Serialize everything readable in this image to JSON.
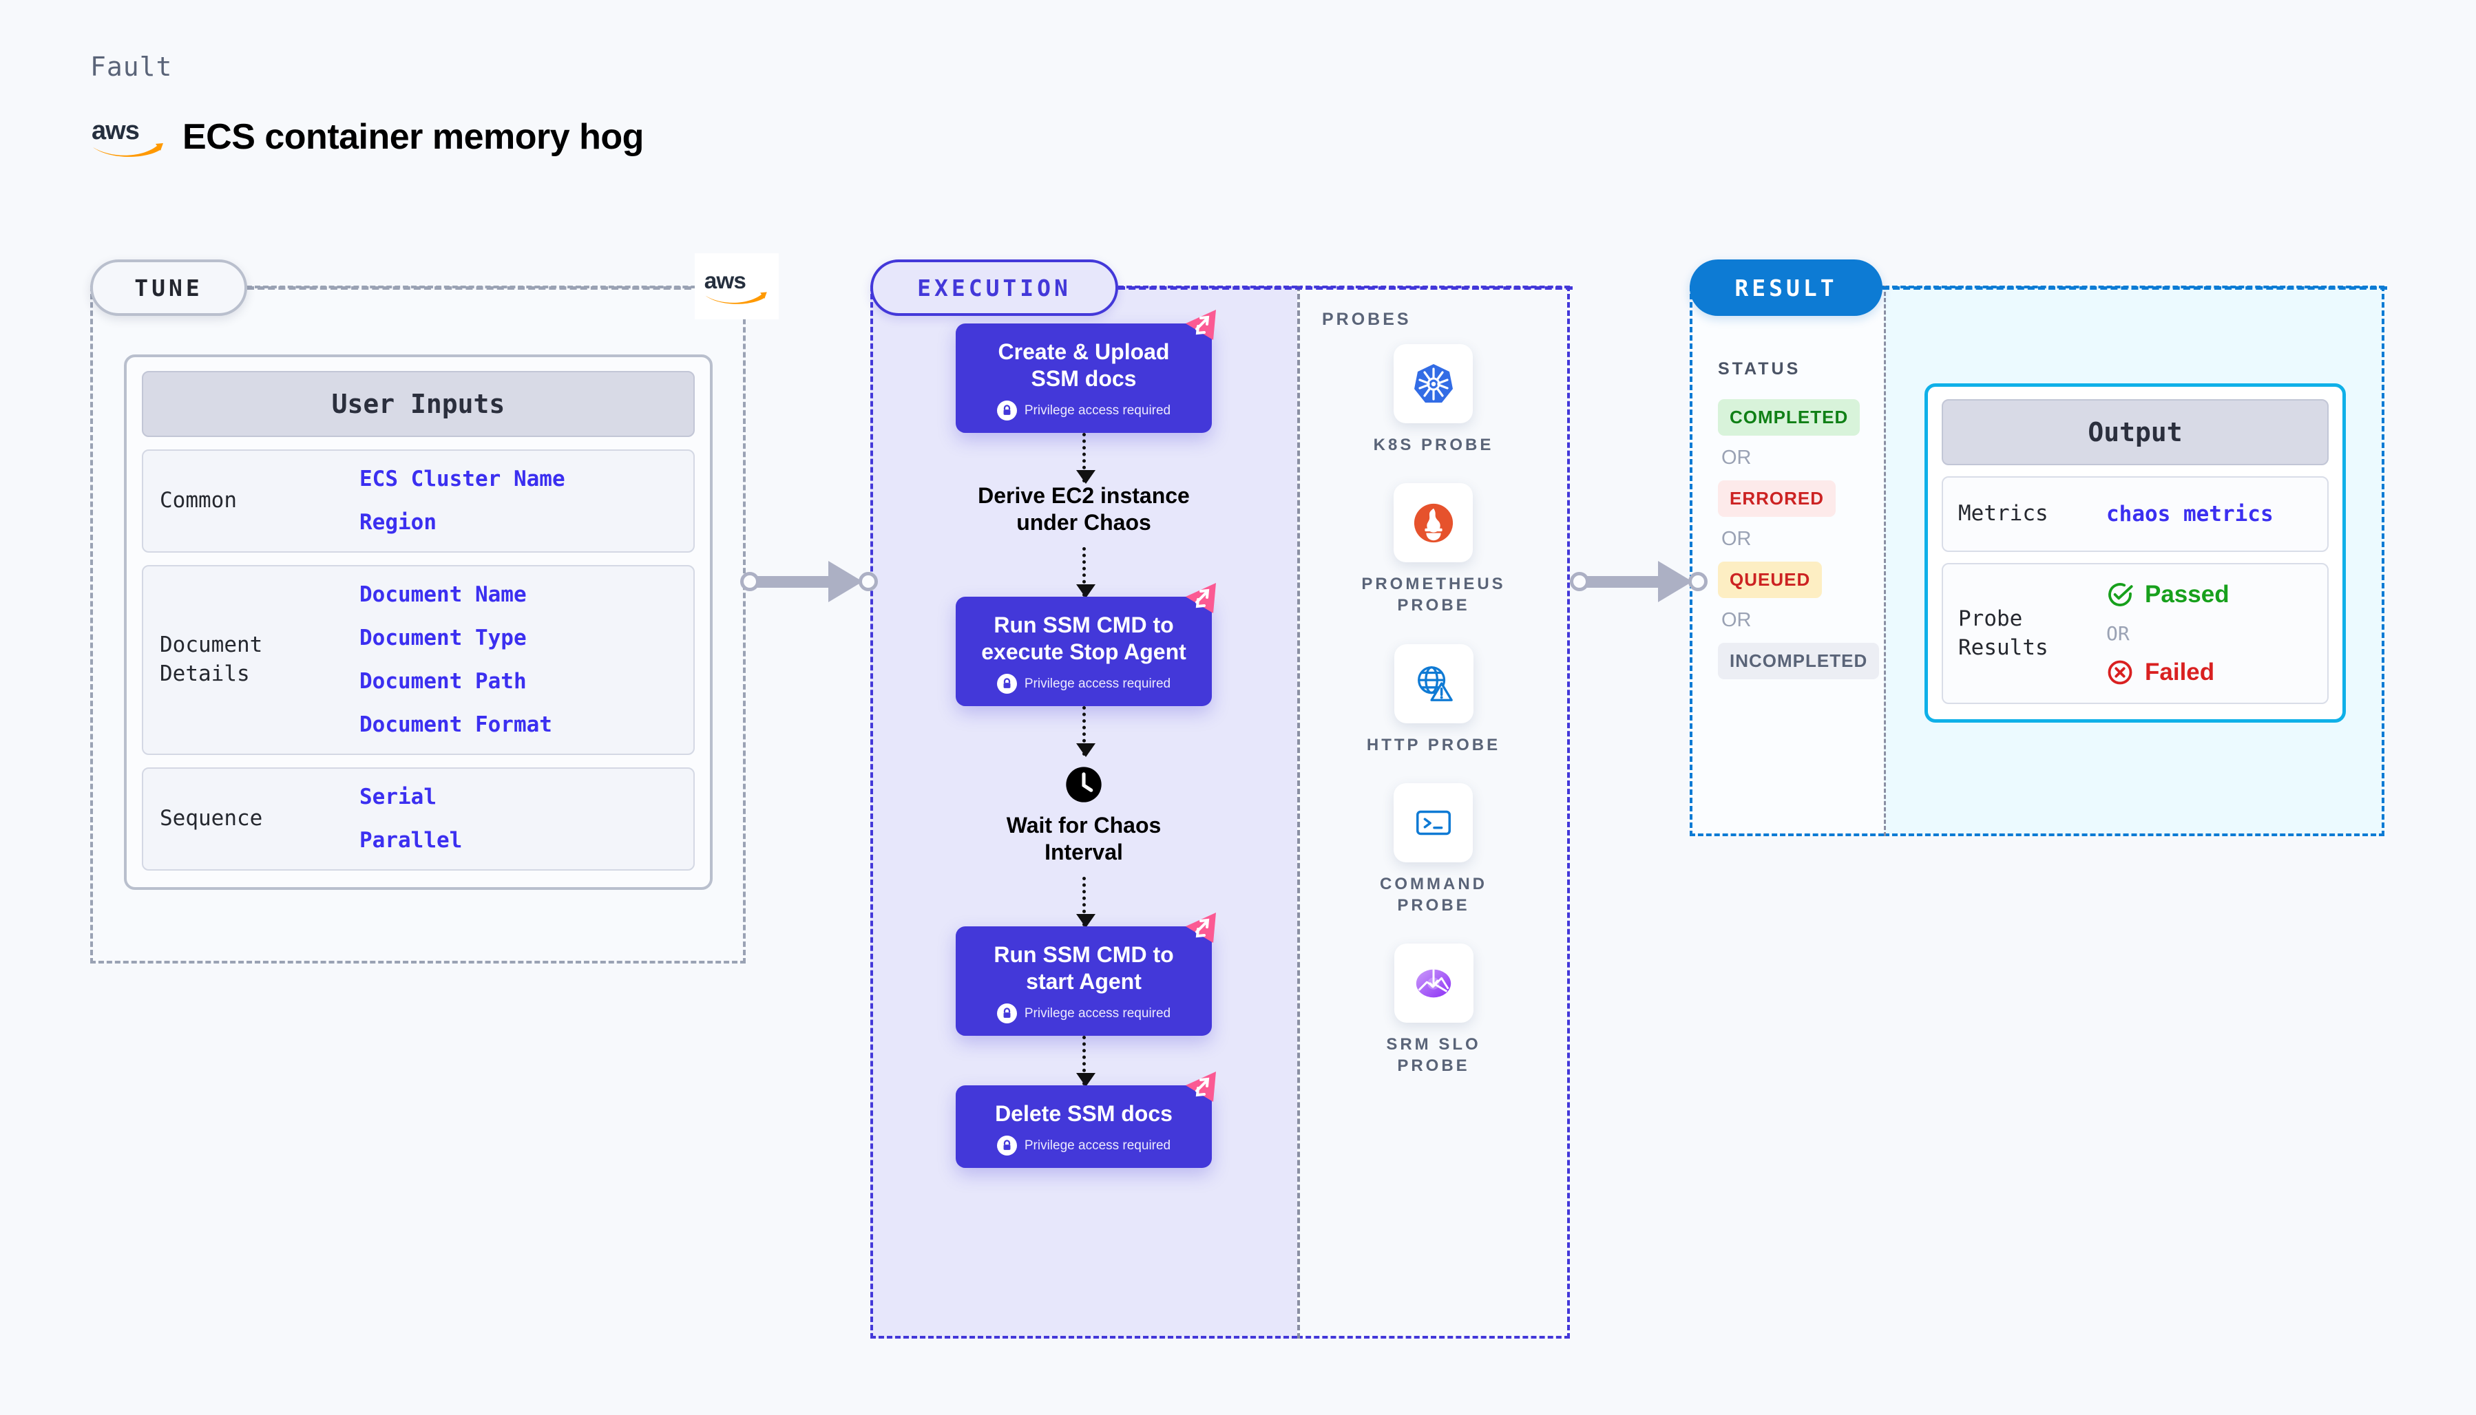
{
  "header": {
    "eyebrow": "Fault",
    "title": "ECS container memory hog",
    "logo_icon": "aws-logo"
  },
  "colors": {
    "execution_purple": "#4338d9",
    "result_blue": "#0d7bd4",
    "output_cyan": "#0fb0e8",
    "flag_pink": "#fb5a93",
    "aws_orange": "#ff9900",
    "aws_navy": "#252f3e",
    "value_blue": "#3b2ff0",
    "connector_gray": "#acb0c4"
  },
  "tune": {
    "pill_label": "TUNE",
    "leader_logo_icon": "aws-logo",
    "card_title": "User Inputs",
    "sections": [
      {
        "label": "Common",
        "values": [
          "ECS Cluster Name",
          "Region"
        ]
      },
      {
        "label": "Document\nDetails",
        "values": [
          "Document Name",
          "Document Type",
          "Document Path",
          "Document Format"
        ]
      },
      {
        "label": "Sequence",
        "values": [
          "Serial",
          "Parallel"
        ]
      }
    ]
  },
  "execution": {
    "pill_label": "EXECUTION",
    "privilege_note": "Privilege access required",
    "lock_icon": "lock-icon",
    "flag_icon": "harness-flag-icon",
    "clock_icon": "clock-icon",
    "steps": [
      {
        "type": "card",
        "title": "Create & Upload\nSSM docs",
        "privileged": true,
        "flag": true
      },
      {
        "type": "plain",
        "title": "Derive EC2 instance\nunder Chaos",
        "privileged": false,
        "flag": false
      },
      {
        "type": "card",
        "title": "Run SSM CMD to\nexecute Stop Agent",
        "privileged": true,
        "flag": true
      },
      {
        "type": "clock",
        "title": "Wait for Chaos\nInterval",
        "privileged": false,
        "flag": false
      },
      {
        "type": "card",
        "title": "Run SSM CMD to\nstart Agent",
        "privileged": true,
        "flag": true
      },
      {
        "type": "card",
        "title": "Delete SSM docs",
        "privileged": true,
        "flag": true
      }
    ]
  },
  "probes": {
    "label": "PROBES",
    "items": [
      {
        "name": "K8S PROBE",
        "icon": "kubernetes-icon"
      },
      {
        "name": "PROMETHEUS\nPROBE",
        "icon": "prometheus-icon"
      },
      {
        "name": "HTTP PROBE",
        "icon": "http-globe-warning-icon"
      },
      {
        "name": "COMMAND\nPROBE",
        "icon": "terminal-icon"
      },
      {
        "name": "SRM SLO\nPROBE",
        "icon": "srm-slo-icon"
      }
    ]
  },
  "result": {
    "pill_label": "RESULT",
    "status_label": "STATUS",
    "or_label": "OR",
    "statuses": [
      "COMPLETED",
      "ERRORED",
      "QUEUED",
      "INCOMPLETED"
    ],
    "output": {
      "card_title": "Output",
      "metrics_label": "Metrics",
      "metrics_value": "chaos metrics",
      "probe_results_label": "Probe\nResults",
      "passed_label": "Passed",
      "failed_label": "Failed",
      "passed_icon": "check-circle-icon",
      "failed_icon": "x-circle-icon",
      "or_label": "OR"
    }
  }
}
